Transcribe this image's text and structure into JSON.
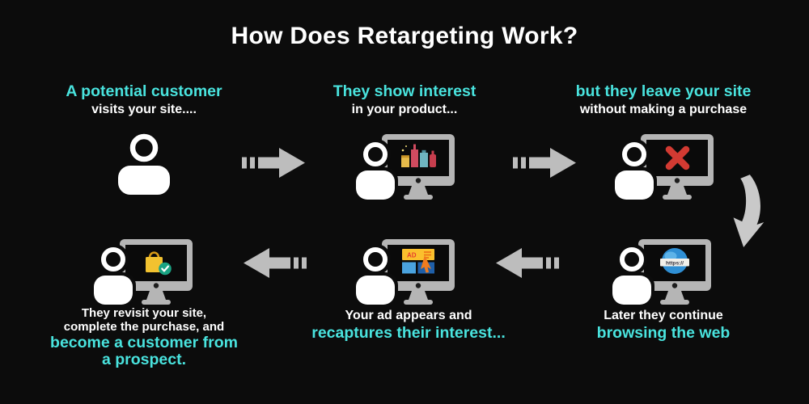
{
  "title": "How Does Retargeting Work?",
  "colors": {
    "background": "#0c0c0c",
    "accent": "#49e3de",
    "text": "#ffffff",
    "arrow": "#bdbdbd",
    "monitor": "#b5b5b5",
    "screen": "#0a0a0a",
    "error_red": "#d23a32",
    "success_green": "#1aa383"
  },
  "steps": {
    "step1": {
      "heading": "A potential customer",
      "sub": "visits your site...."
    },
    "step2": {
      "heading": "They show interest",
      "sub": "in your product..."
    },
    "step3": {
      "heading": "but they leave your site",
      "sub": "without making a purchase"
    },
    "step4": {
      "line1": "Later they continue",
      "line2": "browsing the web"
    },
    "step5": {
      "line1": "Your ad appears and",
      "line2": "recaptures their interest..."
    },
    "step6": {
      "line1": "They revisit your site,",
      "line2": "complete the purchase, and",
      "line3": "become a customer from",
      "line4": "a prospect."
    }
  },
  "icons": {
    "ad_label": "AD",
    "https_label": "https://"
  }
}
